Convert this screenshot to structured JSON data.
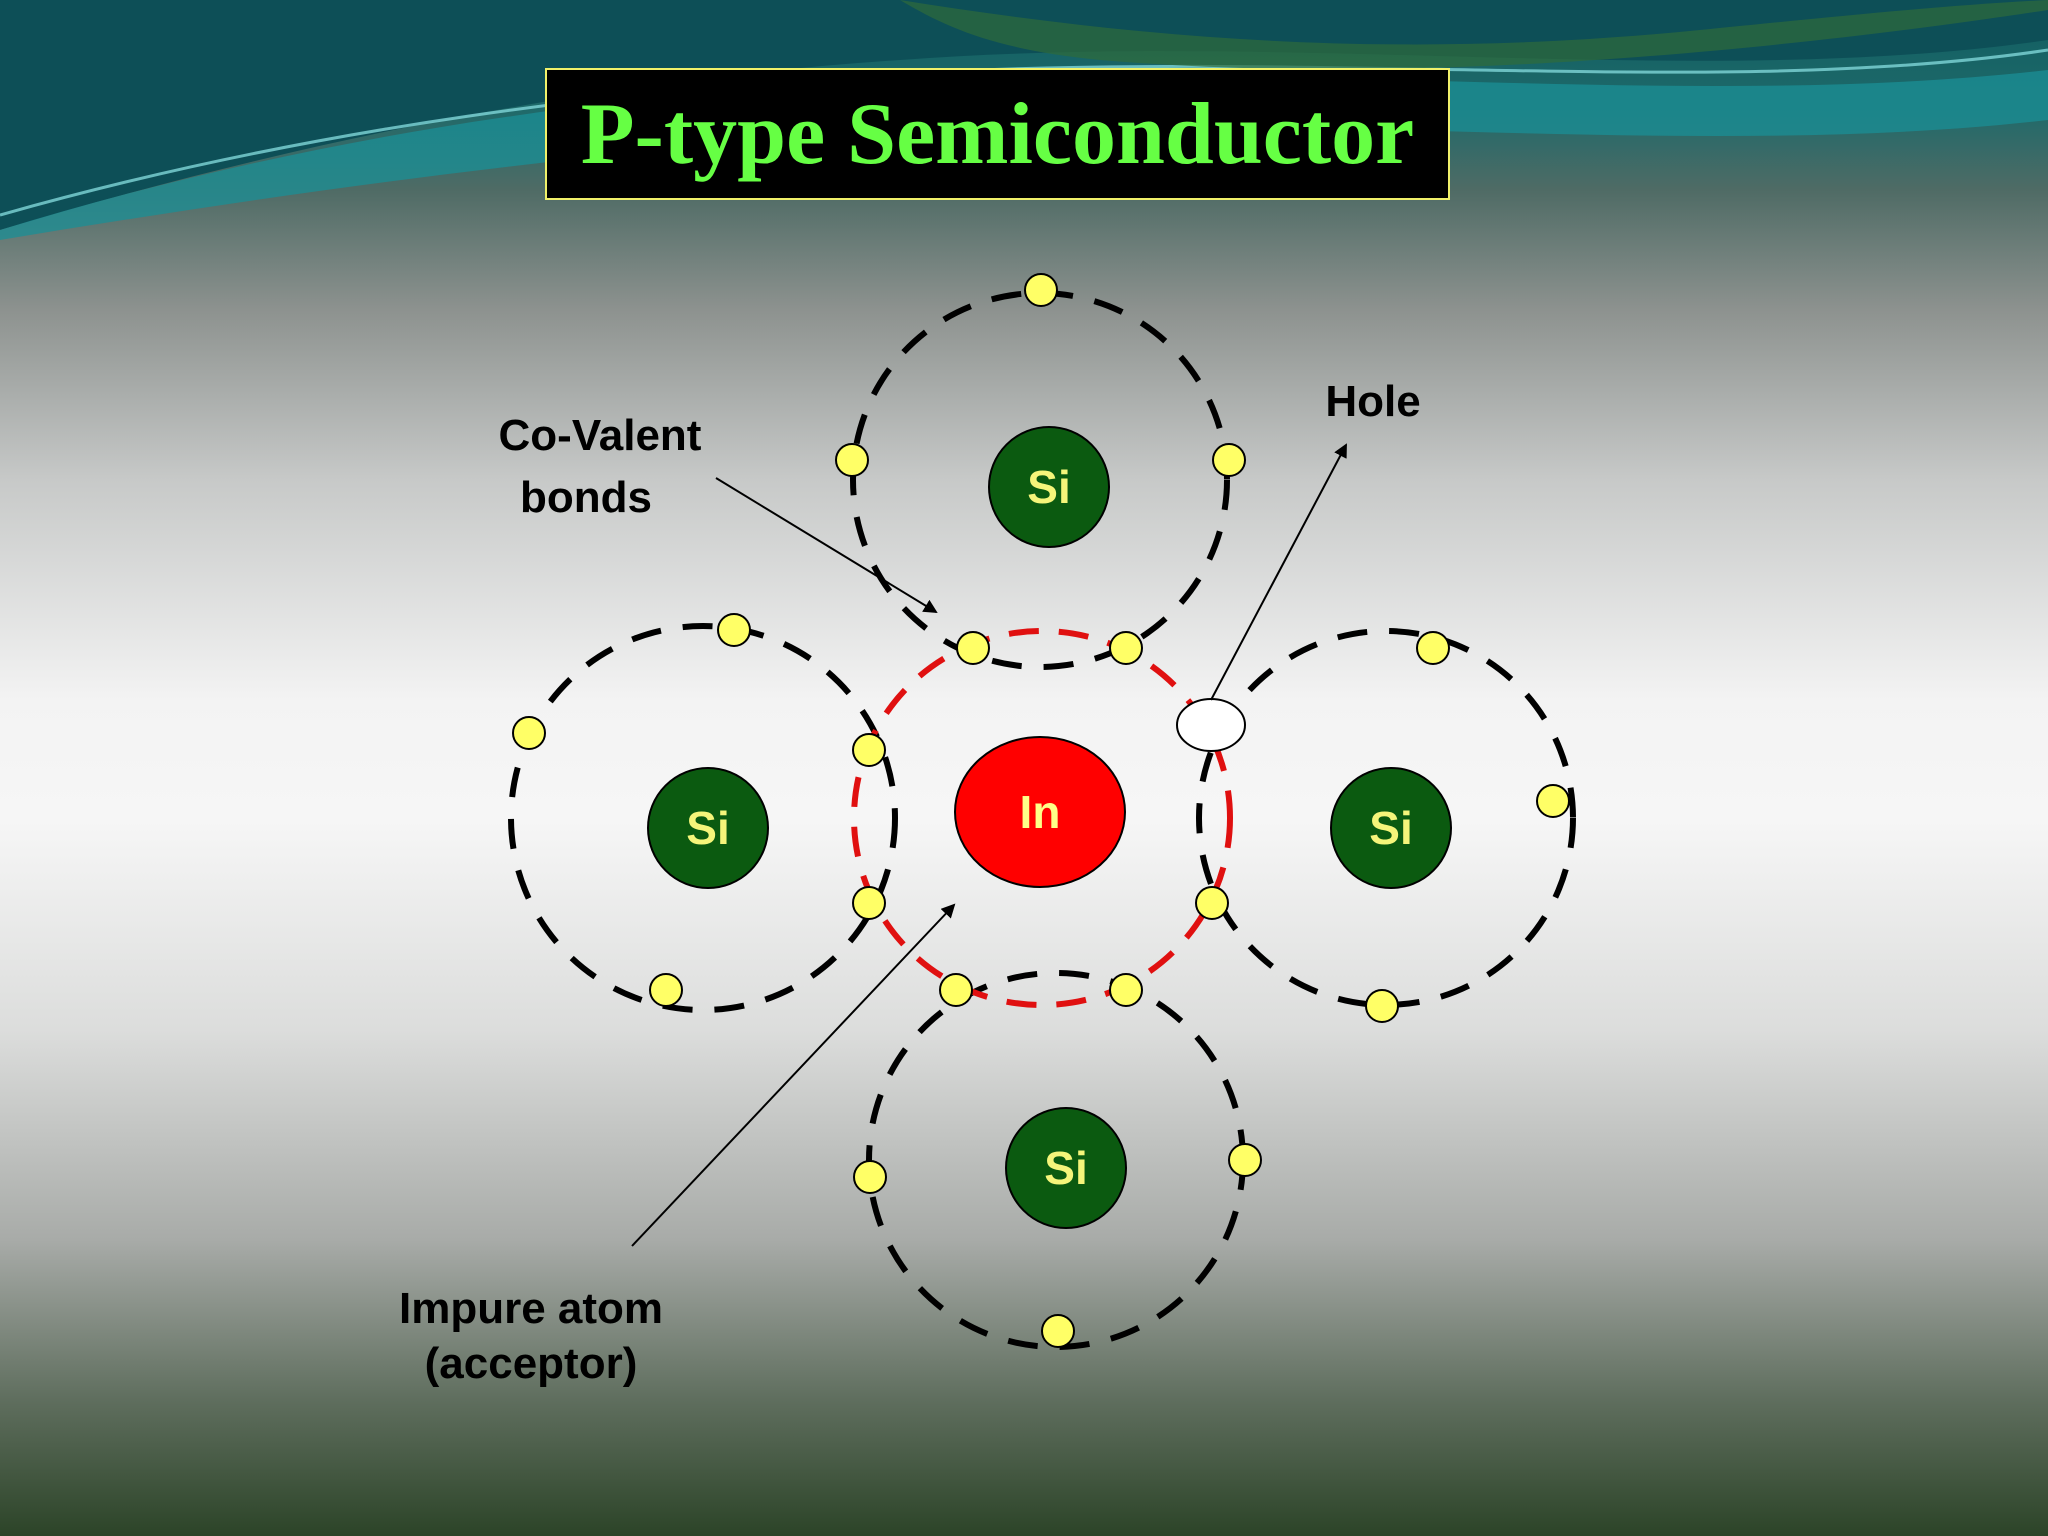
{
  "title": "P-type Semiconductor",
  "atoms": {
    "center": "In",
    "top": "Si",
    "left": "Si",
    "right": "Si",
    "bottom": "Si"
  },
  "labels": {
    "covalent_line1": "Co-Valent",
    "covalent_line2": "bonds",
    "hole": "Hole",
    "impure_line1": "Impure atom",
    "impure_line2": "(acceptor)"
  },
  "colors": {
    "title_text": "#66ff44",
    "title_border": "#f1f16a",
    "si_nucleus": "#0b5a10",
    "si_text": "#f5f57a",
    "in_nucleus": "#ff0000",
    "in_text": "#ffff88",
    "electron": "#ffff66",
    "si_orbit": "#000000",
    "in_orbit": "#e01010"
  }
}
